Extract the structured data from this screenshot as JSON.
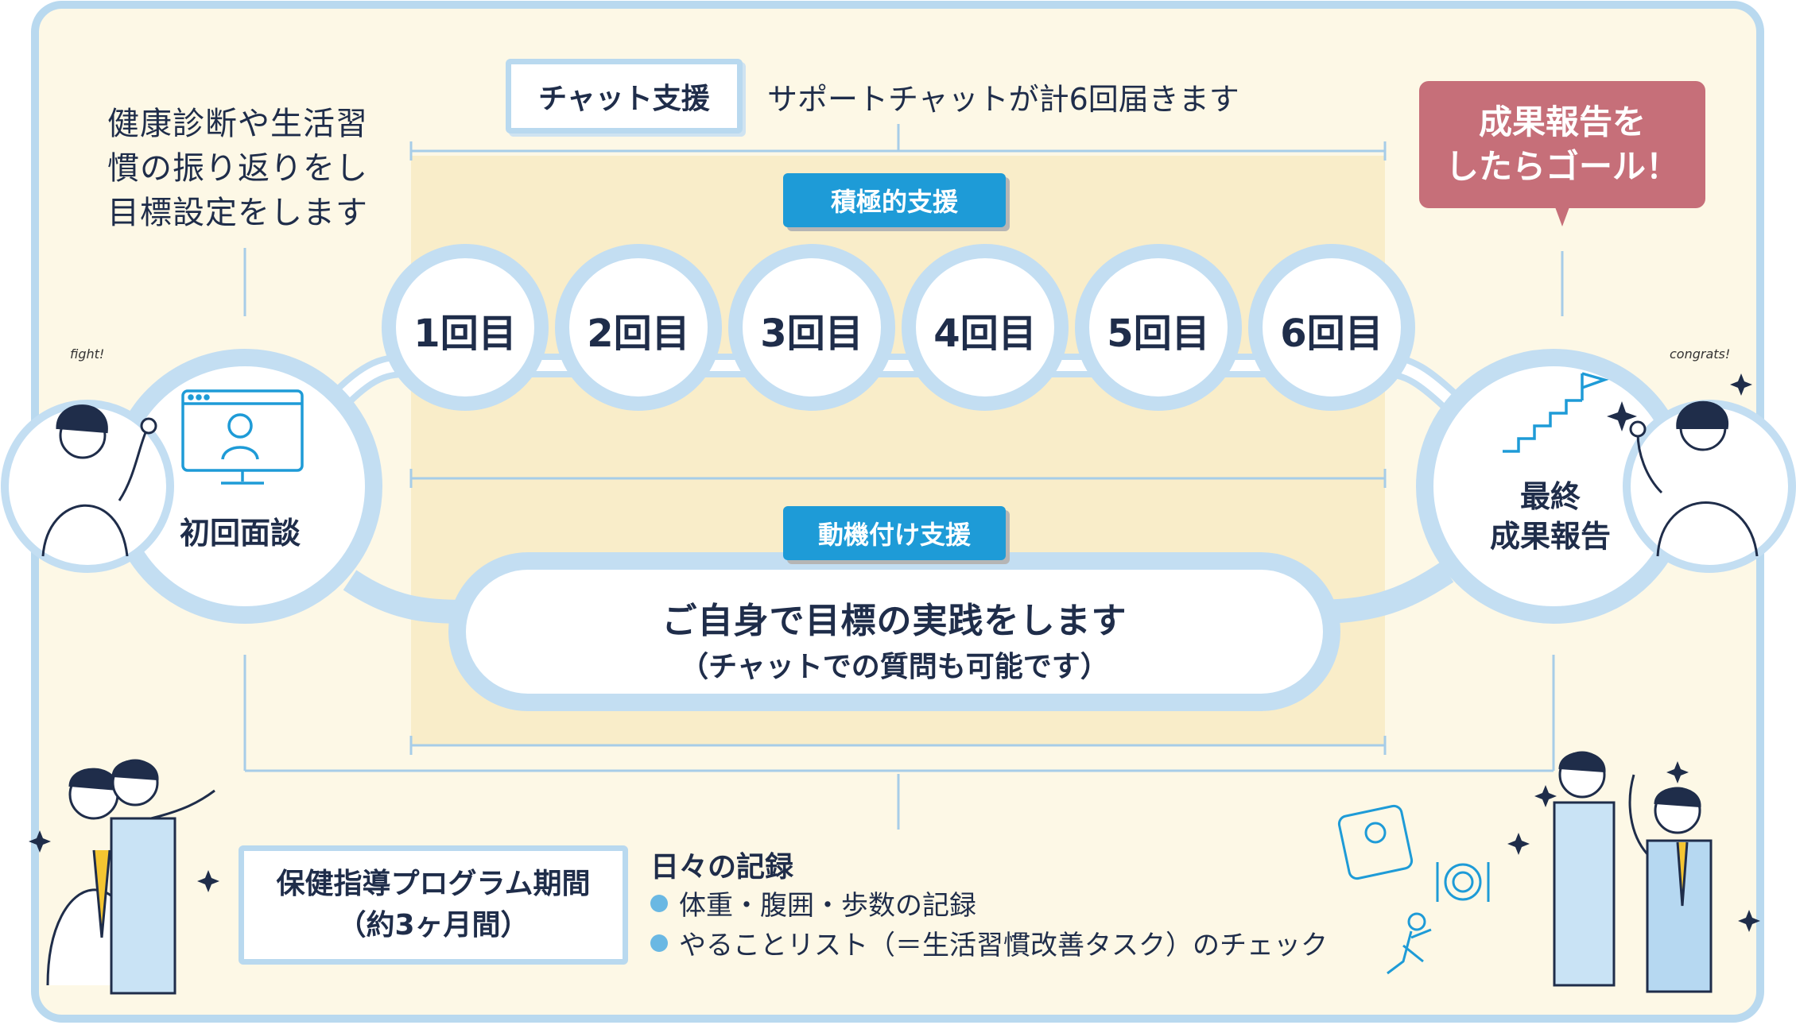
{
  "intro_text": [
    "健康診断や生活習",
    "慣の振り返りをし",
    "目標設定をします"
  ],
  "chat_support": {
    "label": "チャット支援",
    "description": "サポートチャットが計6回届きます"
  },
  "active_support": {
    "label": "積極的支援"
  },
  "rounds": [
    "1回目",
    "2回目",
    "3回目",
    "4回目",
    "5回目",
    "6回目"
  ],
  "first_interview": {
    "label": "初回面談",
    "sticker": "fight!"
  },
  "motivation_support": {
    "label": "動機付け支援"
  },
  "practice": {
    "line1": "ご自身で目標の実践をします",
    "line2": "（チャットでの質問も可能です）"
  },
  "final_report": {
    "line1": "最終",
    "line2": "成果報告",
    "sticker": "congrats!"
  },
  "goal": {
    "line1": "成果報告を",
    "line2": "したらゴール！"
  },
  "program_period": {
    "line1": "保健指導プログラム期間",
    "line2": "（約3ヶ月間）"
  },
  "daily_records": {
    "title": "日々の記録",
    "items": [
      "体重・腹囲・歩数の記録",
      "やることリスト（＝生活習慣改善タスク）のチェック"
    ]
  },
  "colors": {
    "frame": "#b9d9ef",
    "background": "#fdf8e6",
    "band": "#f9edc9",
    "accent_blue": "#1e9bd7",
    "goal_red": "#c66f79",
    "text": "#1f2d4a"
  }
}
